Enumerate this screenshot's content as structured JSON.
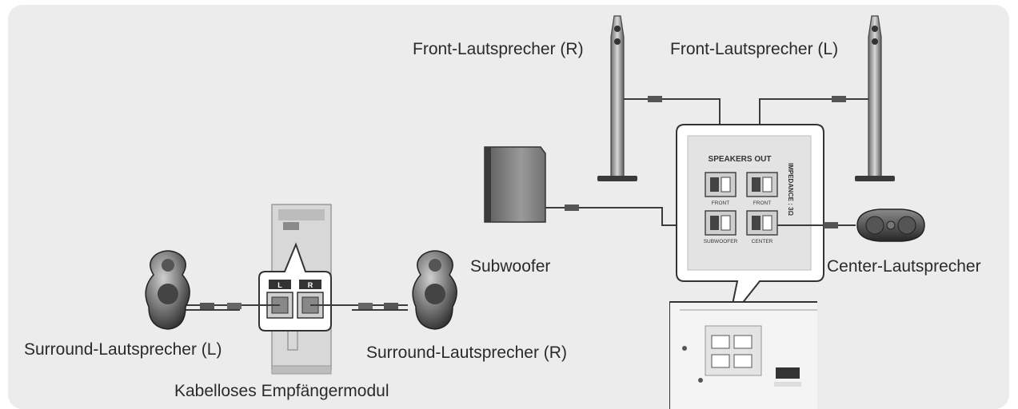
{
  "labels": {
    "front_right": "Front-Lautsprecher (R)",
    "front_left": "Front-Lautsprecher (L)",
    "subwoofer": "Subwoofer",
    "center": "Center-Lautsprecher",
    "surround_left": "Surround-Lautsprecher (L)",
    "surround_right": "Surround-Lautsprecher (R)",
    "wireless_module": "Kabelloses Empfängermodul"
  },
  "panel": {
    "title": "SPEAKERS OUT",
    "impedance": "IMPEDANCE : 3Ω",
    "terminals": {
      "front_r": "FRONT",
      "front_l": "FRONT",
      "subwoofer": "SUBWOOFER",
      "center": "CENTER"
    }
  },
  "module": {
    "left_channel": "L",
    "right_channel": "R"
  },
  "colors": {
    "background": "#ececec",
    "speaker_dark": "#3a3a3a",
    "speaker_mid": "#7a7a7a",
    "cable": "#3c3c3c"
  }
}
